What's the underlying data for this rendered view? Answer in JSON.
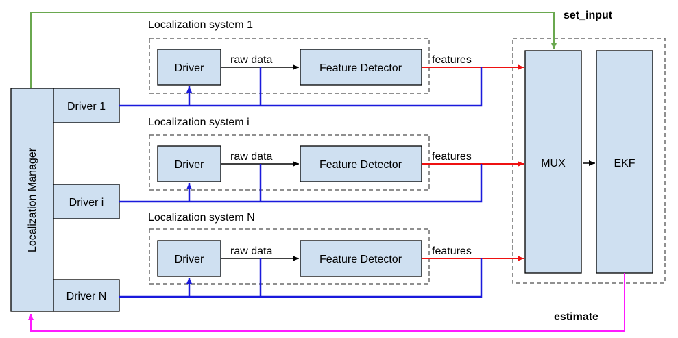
{
  "manager": {
    "label": "Localization Manager"
  },
  "manager_drivers": [
    "Driver 1",
    "Driver i",
    "Driver N"
  ],
  "systems": [
    {
      "title": "Localization system 1",
      "driver": "Driver",
      "raw": "raw data",
      "detector": "Feature Detector",
      "features": "features"
    },
    {
      "title": "Localization system i",
      "driver": "Driver",
      "raw": "raw data",
      "detector": "Feature Detector",
      "features": "features"
    },
    {
      "title": "Localization system N",
      "driver": "Driver",
      "raw": "raw data",
      "detector": "Feature Detector",
      "features": "features"
    }
  ],
  "fusion": {
    "mux": "MUX",
    "ekf": "EKF"
  },
  "signals": {
    "set_input": "set_input",
    "estimate": "estimate"
  },
  "colors": {
    "box_fill": "#cfe0f1",
    "driver_link": "#1a1adc",
    "features_link": "#ee1111",
    "set_input_link": "#6aa84f",
    "estimate_link": "#ff1aff"
  }
}
